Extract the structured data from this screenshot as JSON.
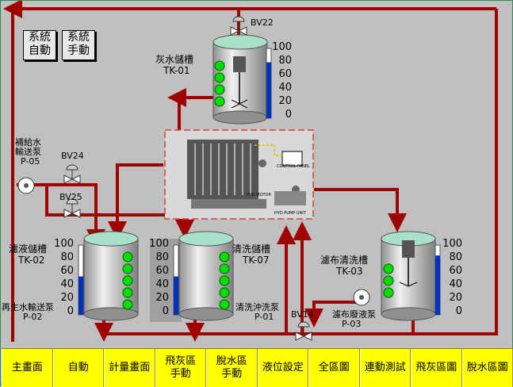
{
  "mode_buttons": [
    {
      "line1": "系統",
      "line2": "自動"
    },
    {
      "line1": "系統",
      "line2": "手動"
    }
  ],
  "tanks": {
    "tk01": {
      "name": "灰水儲槽",
      "code": "TK-01",
      "level_pct": 80
    },
    "tk02": {
      "name": "濾液儲槽",
      "code": "TK-02",
      "level_pct": 55
    },
    "tk07": {
      "name": "清洗儲槽",
      "code": "TK-07",
      "level_pct": 55
    },
    "tk03": {
      "name": "濾布清洗槽",
      "code": "TK-03",
      "level_pct": 85
    }
  },
  "scale_ticks": [
    "100",
    "80",
    "60",
    "40",
    "20",
    "0"
  ],
  "valves": {
    "bv22": "BV22",
    "bv24": "BV24",
    "bv25": "BV25",
    "bv14": "BV14"
  },
  "pumps": {
    "p05": {
      "name": "補給水",
      "name2": "輸送泵",
      "code": "P-05"
    },
    "p02": {
      "name": "再生水輸送泵",
      "code": "P-02"
    },
    "p01": {
      "name": "清洗沖洗泵",
      "code": "P-01"
    },
    "p03": {
      "name": "濾布廢液泵",
      "code": "P-03"
    }
  },
  "press_labels": {
    "control_panel": "CONTROL PANEL",
    "hyd_motor": "HYD MOTOR",
    "hyd_pump_unit": "HYD PUMP UNIT"
  },
  "nav": [
    {
      "l1": "主畫面",
      "l2": ""
    },
    {
      "l1": "自動",
      "l2": ""
    },
    {
      "l1": "計量畫面",
      "l2": ""
    },
    {
      "l1": "飛灰區",
      "l2": "手動"
    },
    {
      "l1": "脫水區",
      "l2": "手動"
    },
    {
      "l1": "液位設定",
      "l2": ""
    },
    {
      "l1": "全區圖",
      "l2": ""
    },
    {
      "l1": "連動測試",
      "l2": ""
    },
    {
      "l1": "飛灰區圖",
      "l2": ""
    },
    {
      "l1": "脫水區圖",
      "l2": ""
    }
  ],
  "colors": {
    "pipe": "#a00000",
    "level_fill": "#0030c0",
    "indicator": "#00e000",
    "tank_top": "#a8e0c8",
    "bar": "#ffff00"
  }
}
